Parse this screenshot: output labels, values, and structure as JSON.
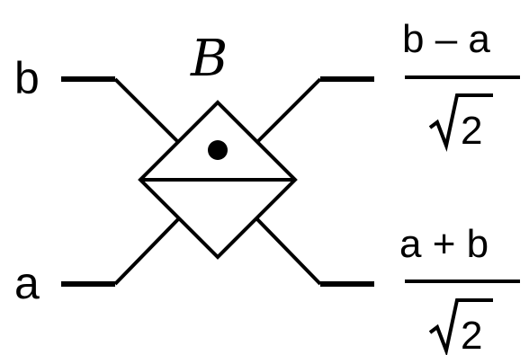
{
  "diagram": {
    "title": "B",
    "inputs": {
      "top": "b",
      "bottom": "a"
    },
    "outputs": {
      "top": {
        "numerator": "b – a",
        "denominator": "2",
        "radical": "√"
      },
      "bottom": {
        "numerator": "a + b",
        "denominator": "2",
        "radical": "√"
      }
    },
    "colors": {
      "stroke": "#000000",
      "background": "#ffffff"
    }
  }
}
